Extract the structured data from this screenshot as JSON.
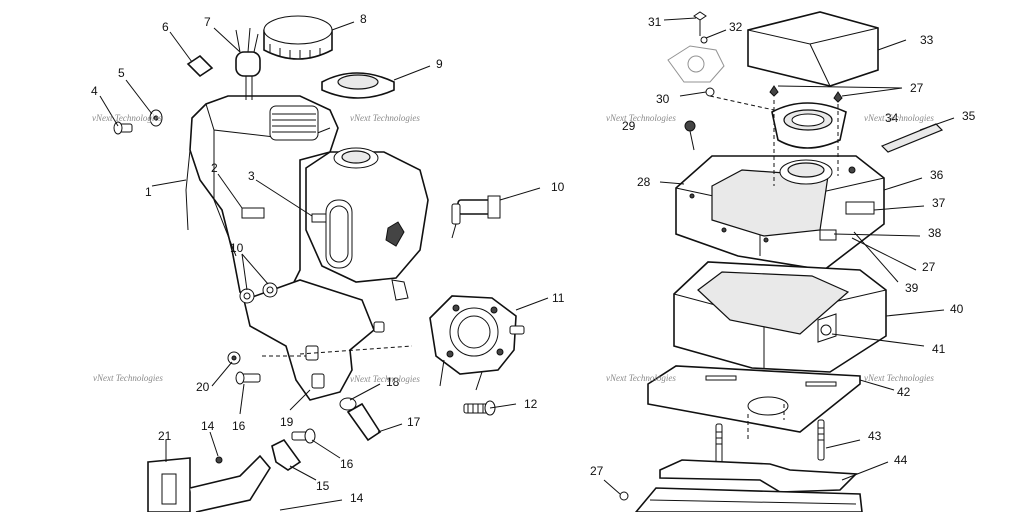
{
  "callouts": {
    "c1": "1",
    "c2": "2",
    "c3": "3",
    "c4": "4",
    "c5": "5",
    "c6": "6",
    "c7": "7",
    "c8": "8",
    "c9": "9",
    "c10a": "10",
    "c10b": "10",
    "c11": "11",
    "c12": "12",
    "c14a": "14",
    "c14b": "14",
    "c15": "15",
    "c16a": "16",
    "c16b": "16",
    "c17": "17",
    "c18": "18",
    "c19": "19",
    "c20": "20",
    "c21": "21",
    "c27a": "27",
    "c27b": "27",
    "c27c": "27",
    "c28": "28",
    "c29": "29",
    "c30": "30",
    "c31": "31",
    "c32": "32",
    "c33": "33",
    "c34": "34",
    "c35": "35",
    "c36": "36",
    "c37": "37",
    "c38": "38",
    "c39": "39",
    "c40": "40",
    "c41": "41",
    "c42": "42",
    "c43": "43",
    "c44": "44"
  },
  "watermark": "vNext Technologies"
}
